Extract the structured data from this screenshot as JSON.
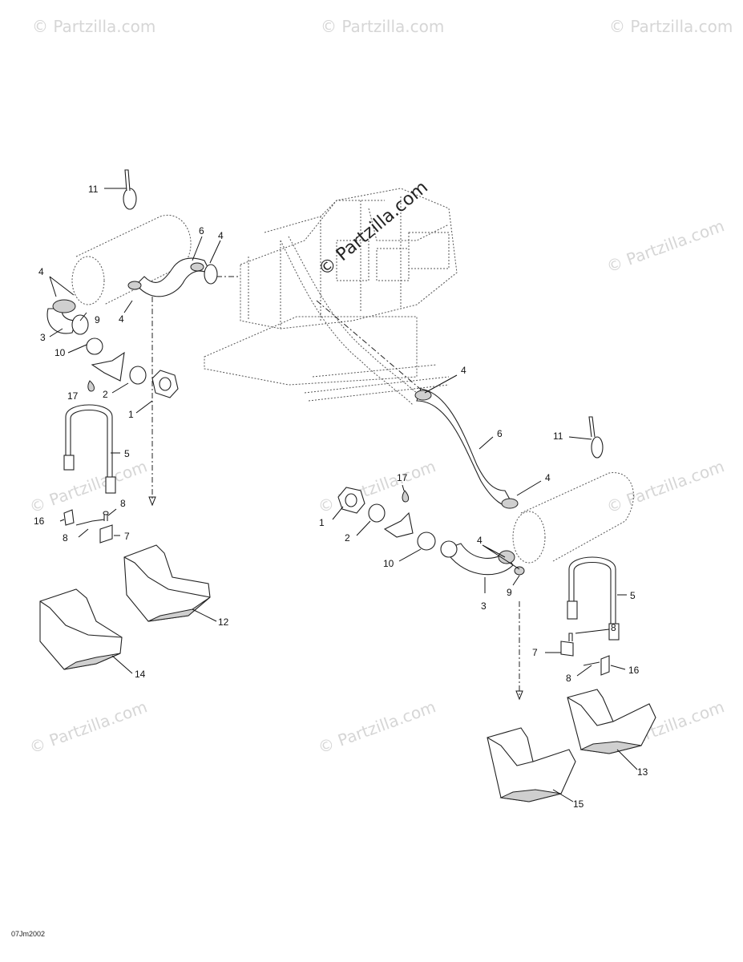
{
  "watermark": {
    "text": "© Partzilla.com",
    "color": "#d6d6d6"
  },
  "drawing_code": "07Jm2002",
  "callouts_left": {
    "c11": "11",
    "c6": "6",
    "c4a": "4",
    "c4b": "4",
    "c4c": "4",
    "c9": "9",
    "c3": "3",
    "c10": "10",
    "c17": "17",
    "c2": "2",
    "c1": "1",
    "c5": "5",
    "c8a": "8",
    "c16": "16",
    "c8b": "8",
    "c7": "7",
    "c12": "12",
    "c14": "14"
  },
  "callouts_right": {
    "c4a": "4",
    "c6": "6",
    "c11": "11",
    "c4b": "4",
    "c17": "17",
    "c1": "1",
    "c2": "2",
    "c4c": "4",
    "c10": "10",
    "c9": "9",
    "c3": "3",
    "c5": "5",
    "c8a": "8",
    "c7": "7",
    "c16": "16",
    "c8b": "8",
    "c13": "13",
    "c15": "15"
  }
}
